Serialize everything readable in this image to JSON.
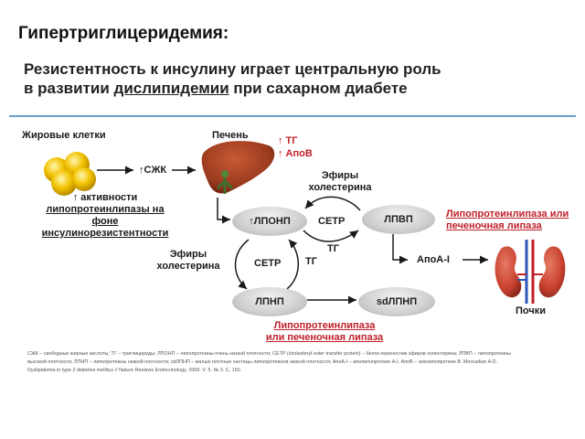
{
  "slide_title": "Гипертриглицеридемия:",
  "heading": {
    "line1": "Резистентность к инсулину играет центральную роль",
    "line2_pre": "в развитии ",
    "line2_underlined": "дислипидемии",
    "line2_post": " при сахарном диабете"
  },
  "diagram": {
    "fat_cells_label": "Жировые клетки",
    "ffa_label": "↑СЖК",
    "activity_line1": "↑ активности",
    "activity_line2": "липопротеинлипазы на фоне",
    "activity_line3": "инсулинорезистентности",
    "liver_label": "Печень",
    "liver_tg": "↑ ТГ",
    "liver_apob": "↑ АпоВ",
    "esters_top_line1": "Эфиры",
    "esters_top_line2": "холестерина",
    "esters_left_line1": "Эфиры",
    "esters_left_line2": "холестерина",
    "vldl": "↑ЛПОНП",
    "hdl": "ЛПВП",
    "ldl": "ЛПНП",
    "sdldl": "sdЛПНП",
    "cetp_top": "CETP",
    "cetp_left": "CETP",
    "tg_top": "ТГ",
    "tg_left": "ТГ",
    "lipase_right_line1": "Липопротеинлипаза или",
    "lipase_right_line2": "печеночная липаза",
    "apoa1": "АпоА-I",
    "kidneys_label": "Почки",
    "lipase_bottom_line1": "Липопротеинлипаза",
    "lipase_bottom_line2": "или печеночная липаза"
  },
  "reference": {
    "line1": "СЖК – свободные жирные кислоты; ТГ – триглицериды; ЛПОНП – липопротеины очень низкой плотности; CETP (cholesteryl ester transfer protein) – белок переносчик эфиров холестерина; ЛПВП – липопротеины",
    "line2": "высокой плотности; ЛПНП – липопротеины низкой плотности; sdЛПНП – малые плотные частицы липопротеинов низкой плотности; АпоА-I – аполипопротеин А-I, АпоВ – аполипопротеин В. Mooradian A.D.",
    "line3": "Dyslipidemia in type 2 diabetes mellitus // Nature Reviews Endocrinology. 2009. V. 5. № 3. С. 150."
  },
  "colors": {
    "accent_rule": "#6a9fc7",
    "red_text": "#c0202a",
    "fat_yellow": "#f2c200",
    "liver_brown": "#9a3a1e",
    "kidney_red": "#c8402e"
  }
}
